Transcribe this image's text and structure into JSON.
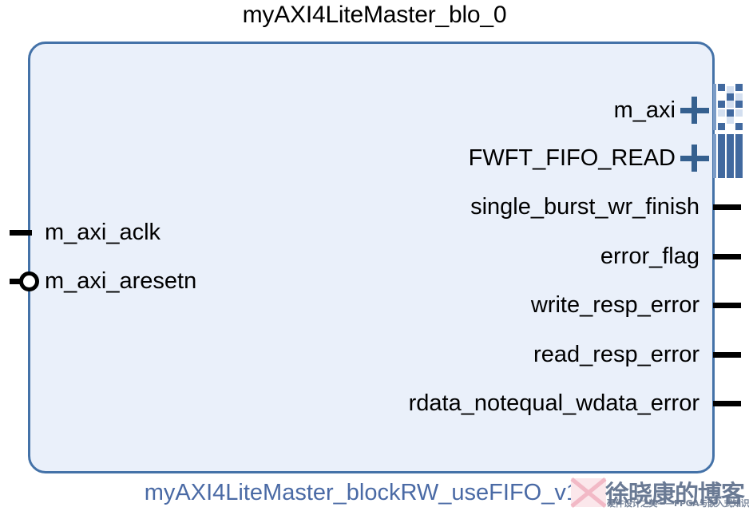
{
  "diagram": {
    "instance_title": "myAXI4LiteMaster_blo_0",
    "ip_name": "myAXI4LiteMaster_blockRW_useFIFO_v1_0",
    "block_fill_color": "#eaf0fa",
    "block_border_color": "#4472a8",
    "ip_name_color": "#4a6aa5",
    "title_color": "#000000",
    "bus_accent_color": "#41699f",
    "plus_icon_color": "#35608f"
  },
  "inputs": [
    {
      "label": "m_axi_aclk",
      "icon": "port-stub-icon",
      "active_low": false
    },
    {
      "label": "m_axi_aresetn",
      "icon": "port-bubble-icon",
      "active_low": true
    }
  ],
  "outputs": [
    {
      "label": "m_axi",
      "kind": "bus",
      "expander": "+",
      "icon": "bus-connector-checker-icon"
    },
    {
      "label": "FWFT_FIFO_READ",
      "kind": "bus",
      "expander": "+",
      "icon": "bus-connector-solid-icon"
    },
    {
      "label": "single_burst_wr_finish",
      "kind": "signal",
      "icon": "port-stub-icon"
    },
    {
      "label": "error_flag",
      "kind": "signal",
      "icon": "port-stub-icon"
    },
    {
      "label": "write_resp_error",
      "kind": "signal",
      "icon": "port-stub-icon"
    },
    {
      "label": "read_resp_error",
      "kind": "signal",
      "icon": "port-stub-icon"
    },
    {
      "label": "rdata_notequal_wdata_error",
      "kind": "signal",
      "icon": "port-stub-icon"
    }
  ],
  "watermark": {
    "title": "徐晓康的博客",
    "subtitle": "硬件设计之美——FPGA与嵌入式知识分享",
    "logo_color": "#f4c9d2",
    "text_color": "#5e6f8c"
  }
}
